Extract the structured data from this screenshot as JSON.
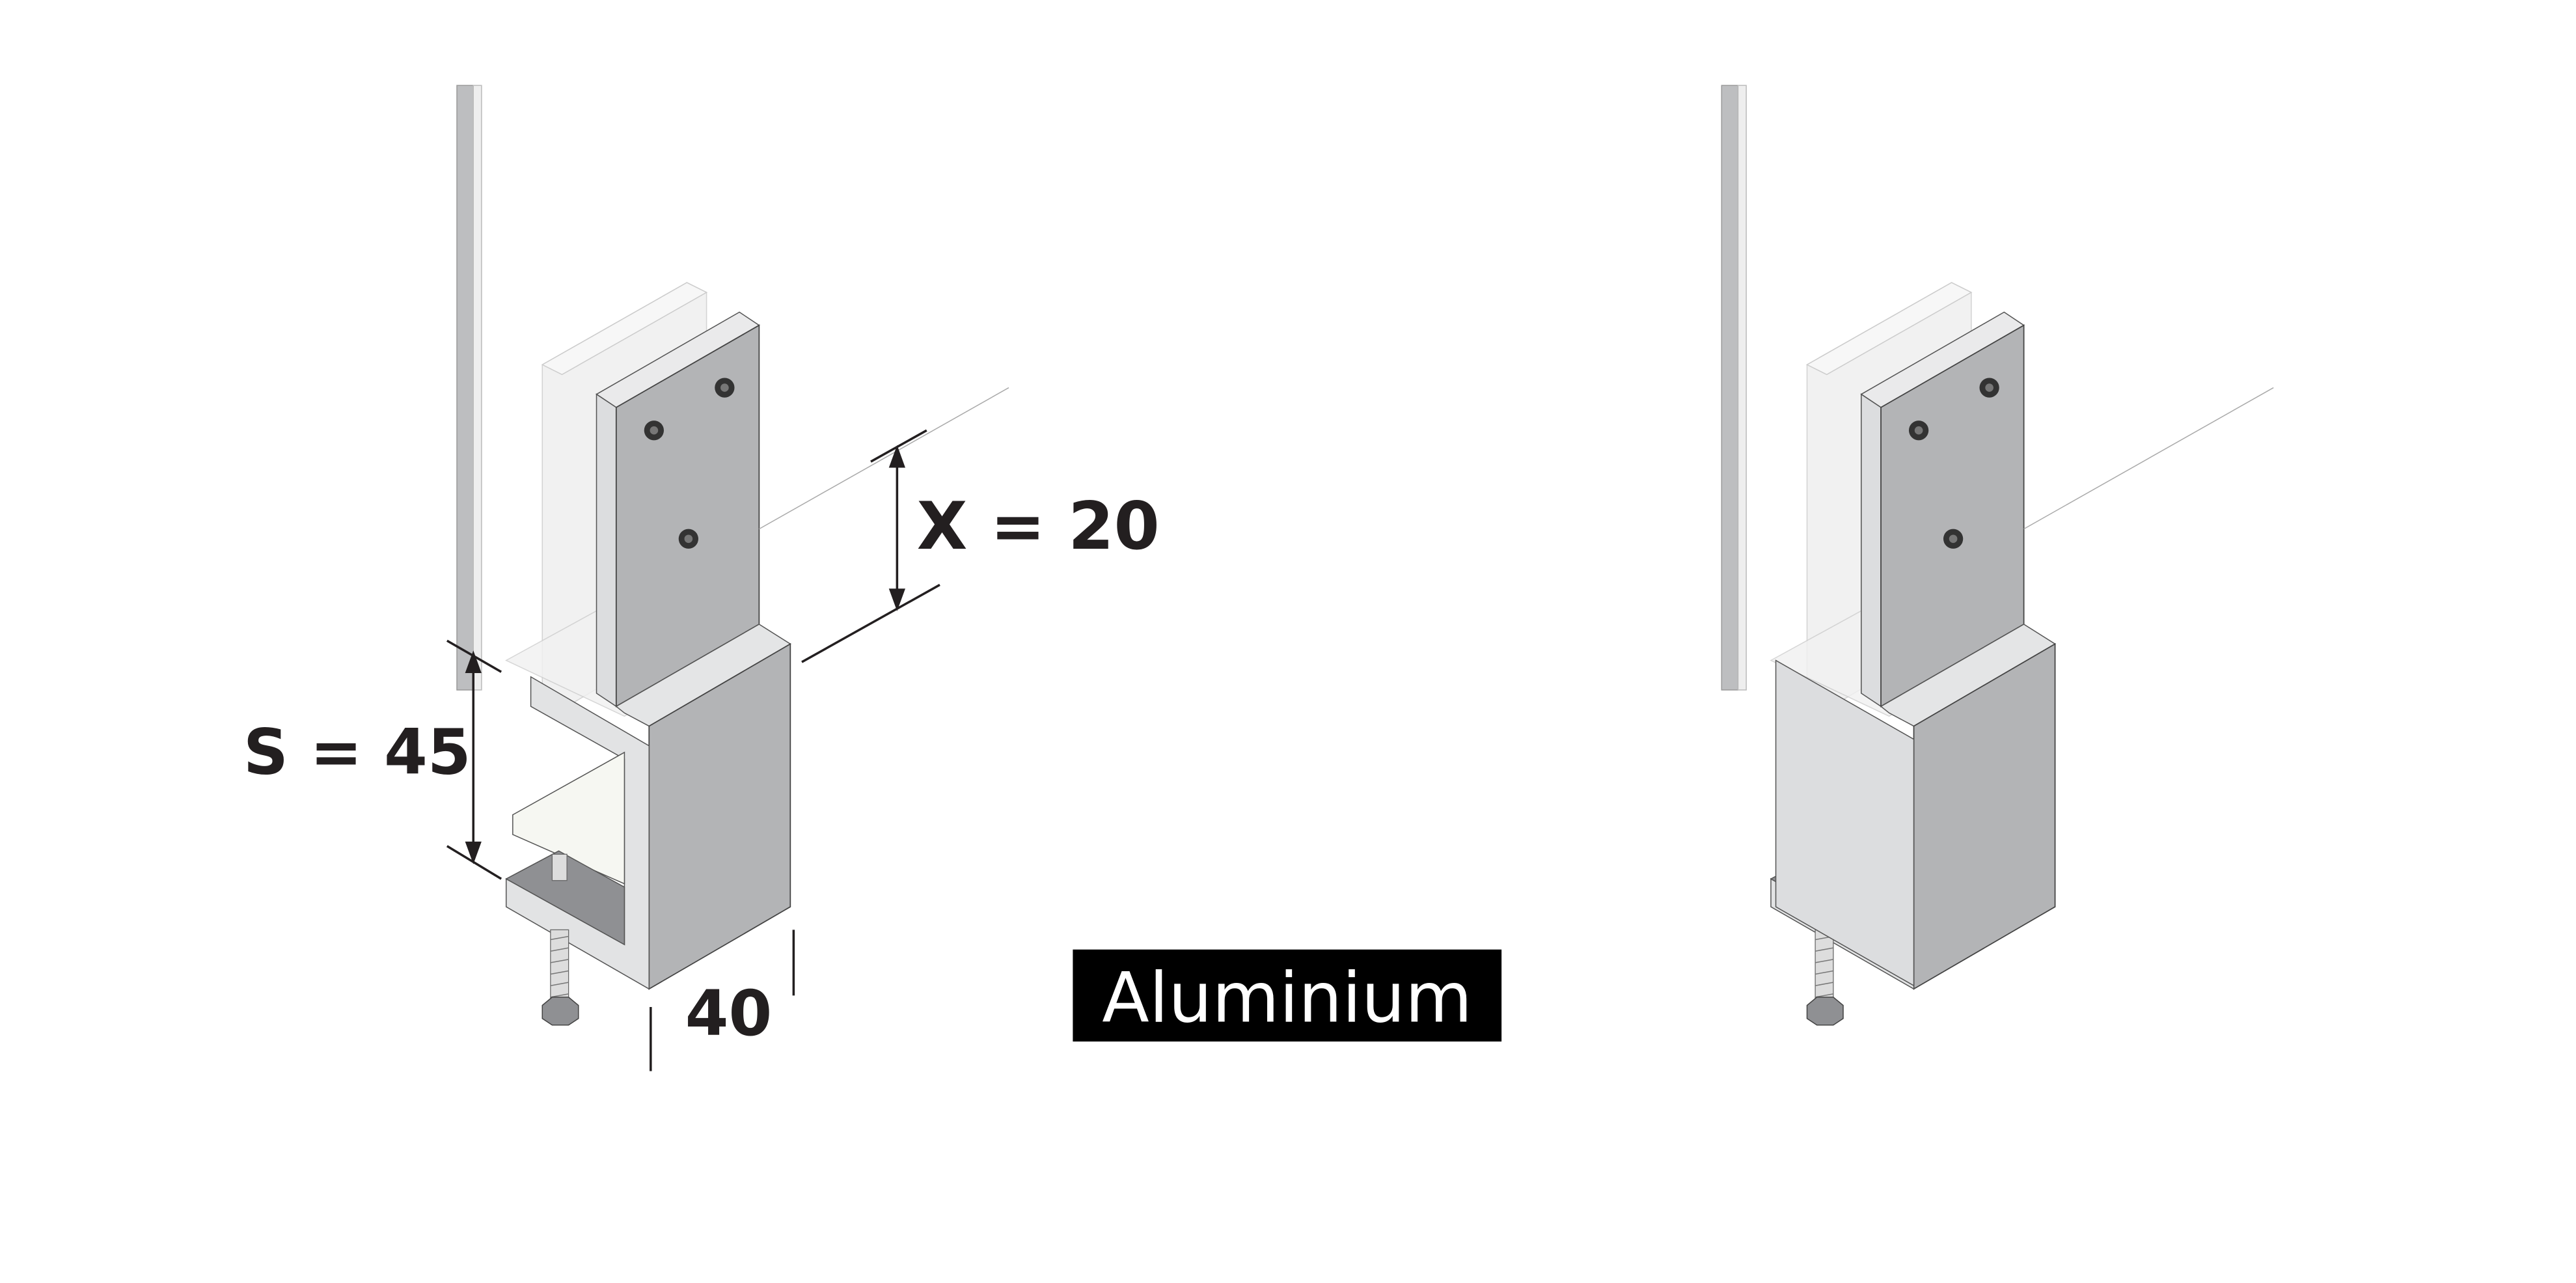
{
  "labels": {
    "x_dimension": "X = 20",
    "s_dimension": "S = 45",
    "width_dimension": "40",
    "material": "Aluminium"
  },
  "colors": {
    "metal_face": "#b3b4b6",
    "metal_light": "#dcdddf",
    "jaw_dark": "#8f9093",
    "ink": "#231f20",
    "badge_bg": "#000000"
  }
}
